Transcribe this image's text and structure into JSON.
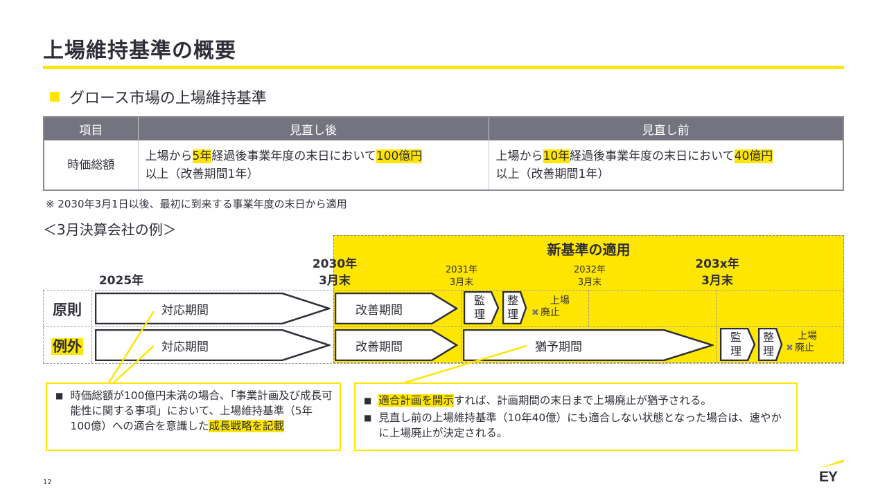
{
  "slide": {
    "title": "上場維持基準の概要",
    "subheading": "グロース市場の上場維持基準",
    "page_number": "12",
    "logo_text": "EY"
  },
  "colors": {
    "accent_yellow": "#ffe600",
    "header_gray": "#747480",
    "text_dark": "#2e2e38"
  },
  "table": {
    "headers": [
      "項目",
      "見直し後",
      "見直し前"
    ],
    "rows": [
      {
        "item": "時価総額",
        "after": {
          "p1": "上場から",
          "h1": "5年",
          "p2": "経過後事業年度の末日において",
          "h2": "100億円",
          "p3": "以上（改善期間1年）"
        },
        "before": {
          "p1": "上場から",
          "h1": "10年",
          "p2": "経過後事業年度の末日において",
          "h2": "40億円",
          "p3": "以上（改善期間1年）"
        }
      }
    ],
    "note": "※ 2030年3月1日以後、最初に到来する事業年度の末日から適用"
  },
  "example": {
    "heading": "＜3月決算会社の例＞",
    "new_standard_label": "新基準の適用",
    "timeline": [
      {
        "line1": "2025年",
        "line2": ""
      },
      {
        "line1": "2030年",
        "line2": "3月末"
      },
      {
        "line1": "2031年",
        "line2": "3月末"
      },
      {
        "line1": "2032年",
        "line2": "3月末"
      },
      {
        "line1": "203x年",
        "line2": "3月末"
      }
    ],
    "rows": [
      {
        "label": "原則",
        "response": "対応期間",
        "improvement": "改善期間",
        "monitoring": [
          "監",
          "理"
        ],
        "liquidation": [
          "整",
          "理"
        ],
        "delisting": [
          "上場",
          "廃止"
        ]
      },
      {
        "label": "例外",
        "response": "対応期間",
        "improvement": "改善期間",
        "grace": "猶予期間",
        "monitoring": [
          "監",
          "理"
        ],
        "liquidation": [
          "整",
          "理"
        ],
        "delisting": [
          "上場",
          "廃止"
        ]
      }
    ],
    "delist_mark": "✖"
  },
  "callouts": {
    "left": {
      "bullet": "■",
      "p1": "時価総額が100億円未満の場合、「事業計画及び成長可能性に関する事項」において、上場維持基準（5年100億）への適合を意識した",
      "h1": "成長戦略を記載"
    },
    "right": {
      "bullet": "■",
      "items": [
        {
          "h": "適合計画を開示",
          "p": "すれば、計画期間の末日まで上場廃止が猶予される。"
        },
        {
          "h": "",
          "p": "見直し前の上場維持基準（10年40億）にも適合しない状態となった場合は、速やかに上場廃止が決定される。"
        }
      ]
    }
  }
}
